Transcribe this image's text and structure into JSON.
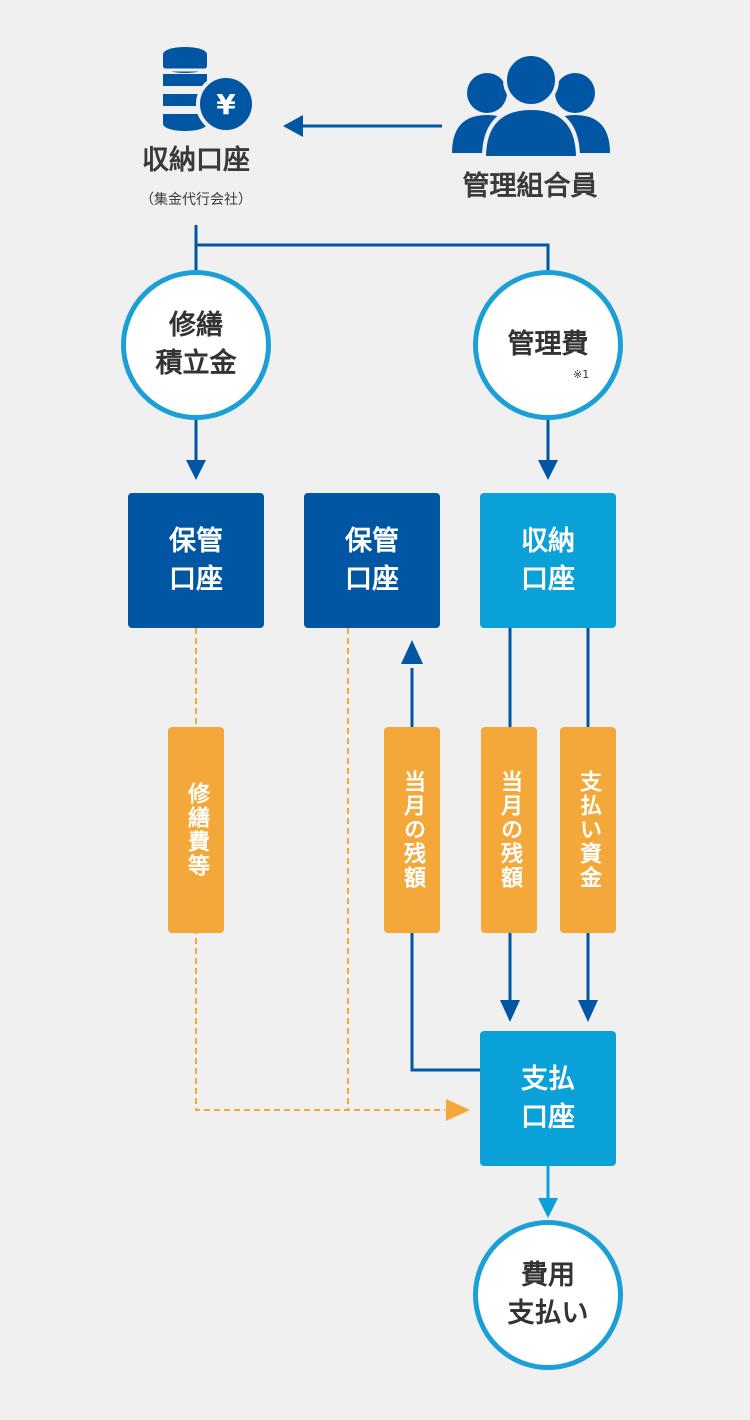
{
  "top": {
    "account_title": "収納口座",
    "account_sub": "（集金代行会社）",
    "members": "管理組合員",
    "yen_symbol": "¥"
  },
  "circles": {
    "repair_reserve": [
      "修繕",
      "積立金"
    ],
    "management_fee": "管理費",
    "management_fee_note": "※1",
    "expense_payment": [
      "費用",
      "支払い"
    ]
  },
  "boxes": {
    "custody_1": [
      "保管",
      "口座"
    ],
    "custody_2": [
      "保管",
      "口座"
    ],
    "collection": [
      "収納",
      "口座"
    ],
    "payment": [
      "支払",
      "口座"
    ]
  },
  "tags": {
    "repair_cost": "修繕費等",
    "balance_1": "当月の残額",
    "balance_2": "当月の残額",
    "payment_funds": "支払い資金"
  },
  "colors": {
    "dark_blue": "#0056a3",
    "light_blue": "#0aa0d8",
    "circle_border": "#1a9fd6",
    "orange": "#f5a83a",
    "background": "#f0f0f0"
  }
}
